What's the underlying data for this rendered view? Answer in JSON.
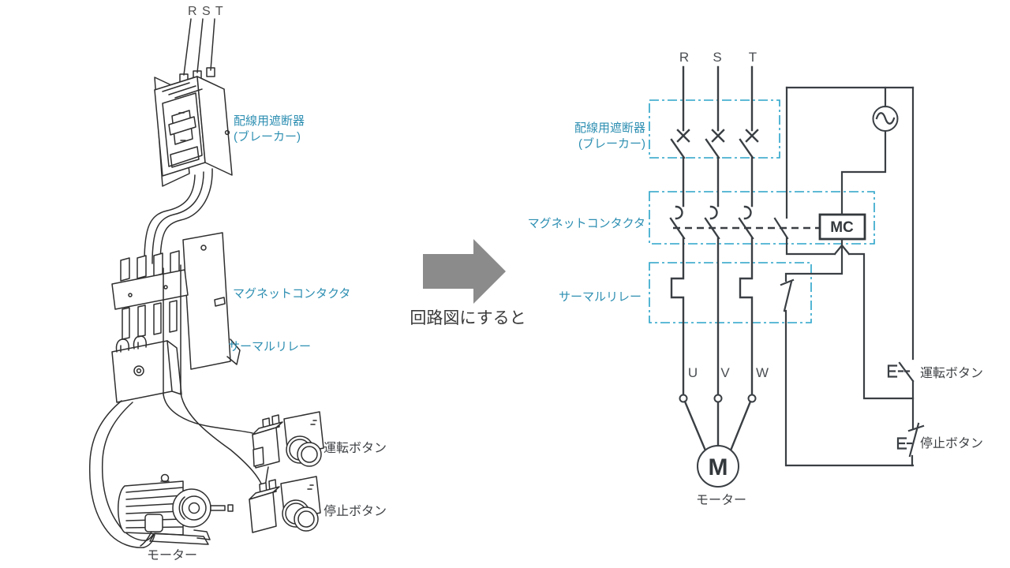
{
  "illustration": {
    "rst_label": "R S T",
    "breaker_label_line1": "配線用遮断器",
    "breaker_label_line2": "(ブレーカー)",
    "contactor_label": "マグネットコンタクタ",
    "thermal_label": "サーマルリレー",
    "run_button_label": "運転ボタン",
    "stop_button_label": "停止ボタン",
    "motor_label": "モーター"
  },
  "transition": {
    "caption": "回路図にすると"
  },
  "schematic": {
    "phase_labels": [
      "R",
      "S",
      "T"
    ],
    "output_labels": [
      "U",
      "V",
      "W"
    ],
    "breaker_label_line1": "配線用遮断器",
    "breaker_label_line2": "(ブレーカー)",
    "contactor_label": "マグネットコンタクタ",
    "thermal_label": "サーマルリレー",
    "mc_label": "MC",
    "motor_symbol": "M",
    "motor_label": "モーター",
    "run_button_label": "運転ボタン",
    "stop_button_label": "停止ボタン"
  },
  "colors": {
    "accent_teal_text": "#2e8fb2",
    "dash_box_teal": "#2aa3c9",
    "line_dark": "#3a3f44",
    "arrow_gray": "#8b8b8b",
    "background": "#ffffff"
  }
}
